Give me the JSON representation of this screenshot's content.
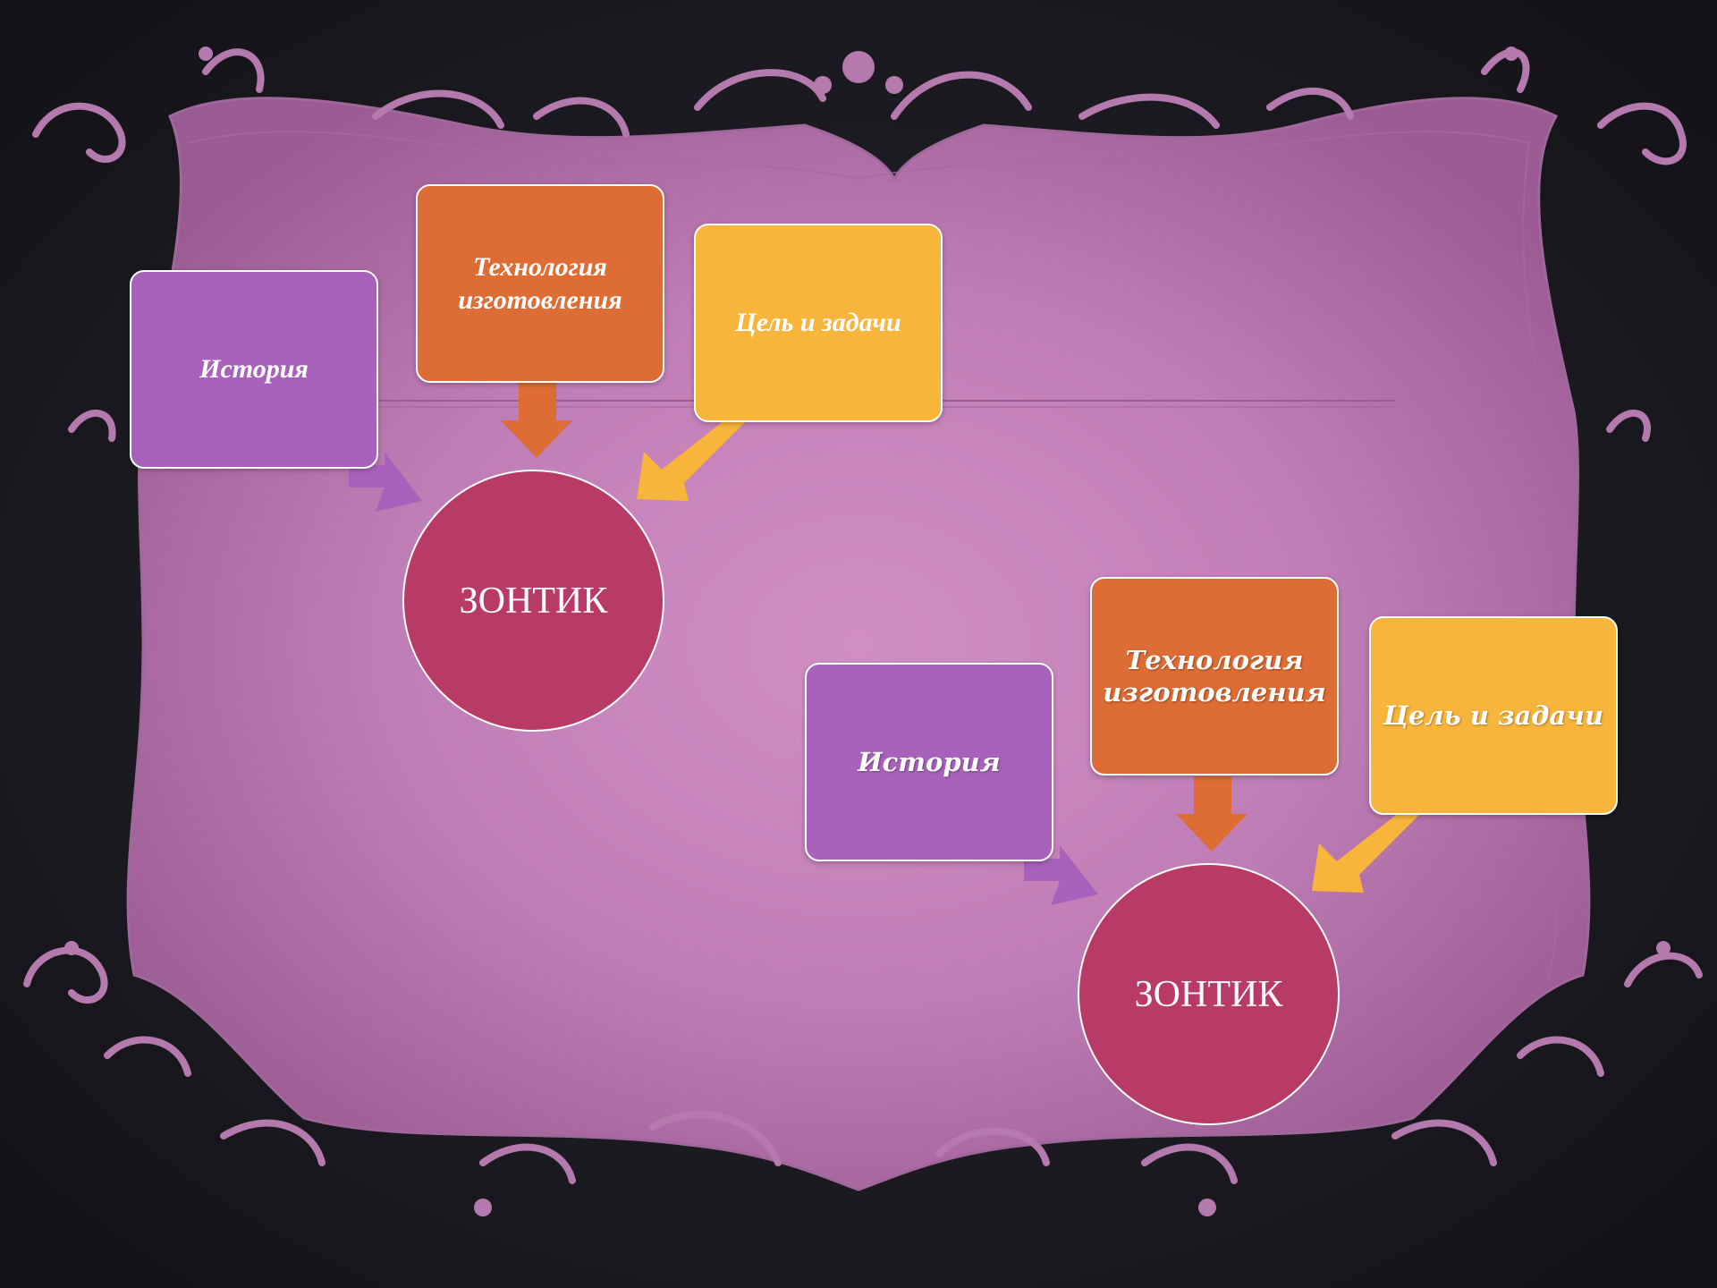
{
  "colors": {
    "background": "#1b1a20",
    "frame": "#b979b0",
    "frame_ornament": "#a0679a",
    "history": "#a862bb",
    "technology": "#de6c35",
    "goal": "#f8b53b",
    "center": "#b83a66"
  },
  "diagram_1": {
    "history_label": "История",
    "technology_label": "Технология изготовления",
    "goal_label": "Цель и задачи",
    "center_label": "ЗОНТИК"
  },
  "diagram_2": {
    "history_label": "История",
    "technology_label": "Технология изготовления",
    "goal_label": "Цель и задачи",
    "center_label": "ЗОНТИК"
  }
}
